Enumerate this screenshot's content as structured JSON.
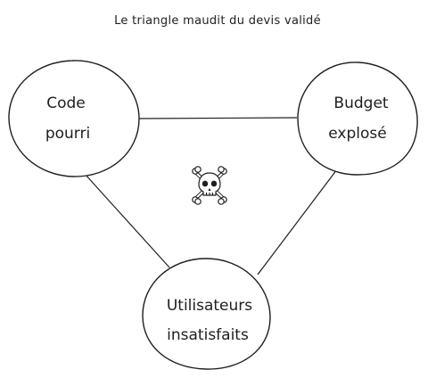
{
  "title": "Le triangle maudit du devis validé",
  "nodes": [
    {
      "id": "code",
      "lines": [
        "Code",
        "pourri"
      ]
    },
    {
      "id": "budget",
      "lines": [
        "Budget",
        "explosé"
      ]
    },
    {
      "id": "users",
      "lines": [
        "Utilisateurs",
        "insatisfaits"
      ]
    }
  ],
  "edges": [
    {
      "from": "code",
      "to": "budget"
    },
    {
      "from": "code",
      "to": "users"
    },
    {
      "from": "budget",
      "to": "users"
    }
  ],
  "center_icon": "skull-and-crossbones-icon",
  "center_glyph": "☠",
  "stroke_color": "#1e1e1e"
}
